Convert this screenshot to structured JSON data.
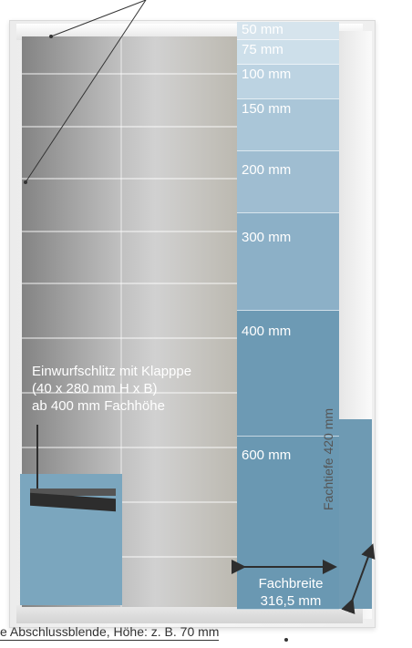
{
  "compartments": [
    {
      "label": "50 mm",
      "color": "#d6e4ed"
    },
    {
      "label": "75 mm",
      "color": "#cddfea"
    },
    {
      "label": "100 mm",
      "color": "#bcd3e2"
    },
    {
      "label": "150 mm",
      "color": "#aac6d8"
    },
    {
      "label": "200 mm",
      "color": "#9fbdd1"
    },
    {
      "label": "300 mm",
      "color": "#8cb0c7"
    },
    {
      "label": "400 mm",
      "color": "#6d9ab4"
    },
    {
      "label": "600 mm",
      "color": "#6a98b2"
    }
  ],
  "insert_slot": {
    "line1": "Einwurfschlitz mit Klapppe",
    "line2": "(40 x 280 mm H x B)",
    "line3": "ab 400 mm Fachhöhe"
  },
  "width_label": {
    "line1": "Fachbreite",
    "line2": "316,5 mm"
  },
  "depth_label": "Fachtiefe 420 mm",
  "bottom_caption": "e Abschlussblende, Höhe: z. B. 70 mm",
  "colors": {
    "accent_blue": "#6e9ab3",
    "text_dark": "#333333"
  }
}
